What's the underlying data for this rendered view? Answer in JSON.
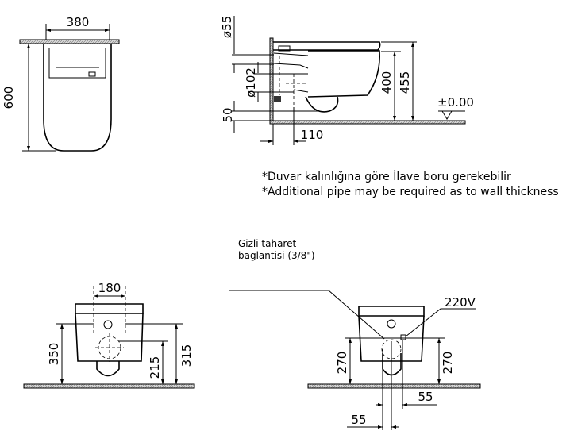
{
  "front_view": {
    "width_dim": "380",
    "height_dim": "600"
  },
  "side_view": {
    "pipe_small_dim": "ø55",
    "pipe_large_dim": "ø102",
    "bottom_offset_dim": "50",
    "wall_offset_dim": "110",
    "bowl_height_dim": "400",
    "total_height_dim": "455",
    "floor_level": "±0.00"
  },
  "notes": {
    "turkish": "*Duvar kalınlığına göre İlave boru gerekebilir",
    "english": "*Additional pipe may be required as to wall thickness"
  },
  "rear_view_left": {
    "spacing_dim": "180",
    "upper_dim": "350",
    "drain_dim": "215",
    "inlet_dim": "315"
  },
  "rear_view_right": {
    "label_line1": "Gizli  taharet",
    "label_line2": "baglantisi  (3/8\")",
    "power_label": "220V",
    "left_height_dim": "270",
    "right_height_dim": "270",
    "right_offset_dim": "55",
    "left_offset_dim": "55"
  }
}
